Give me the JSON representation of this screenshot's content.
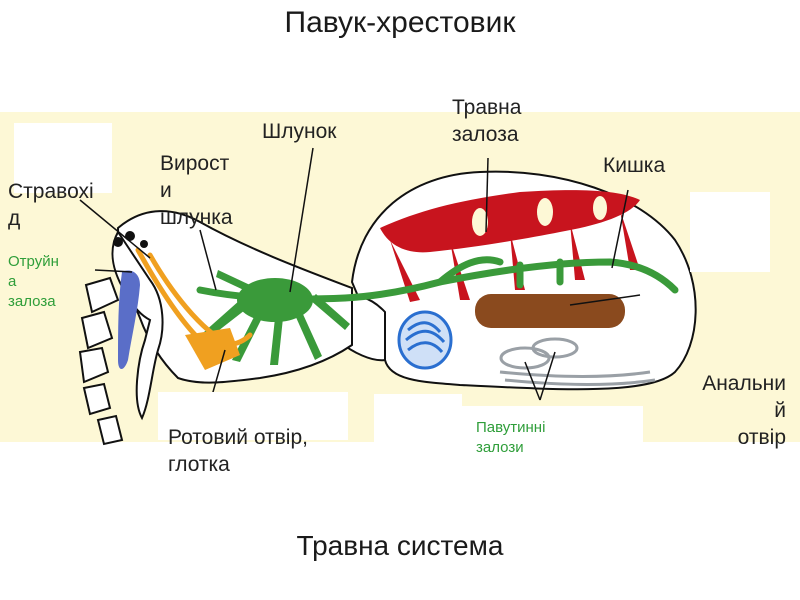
{
  "title": "Павук-хрестовик",
  "subtitle": "Травна система",
  "labels": {
    "stomach": "Шлунок",
    "digestive_gland": "Травна\nзалоза",
    "intestine": "Кишка",
    "esophagus": "Стравохі\nд",
    "stomach_outgrowths": "Вирост\nи\nшлунка",
    "venom_gland": "Отруйн\nа\nзалоза",
    "mouth_pharynx": "Ротовий отвір,\nглотка",
    "silk_glands": "Павутинні\nзалози",
    "anal_opening": "Анальни\nй\nотвір"
  },
  "colors": {
    "panel": "#fdf8d6",
    "digestive_gland": "#c8141e",
    "gut": "#3a9a3a",
    "esophagus": "#f0a020",
    "venom_gland": "#5a6ec8",
    "malpighian": "#8a4a1e",
    "book_lung": "#2a6fd0",
    "silk_glands": "#9aa0a6",
    "label_green": "#2f9e3a"
  }
}
